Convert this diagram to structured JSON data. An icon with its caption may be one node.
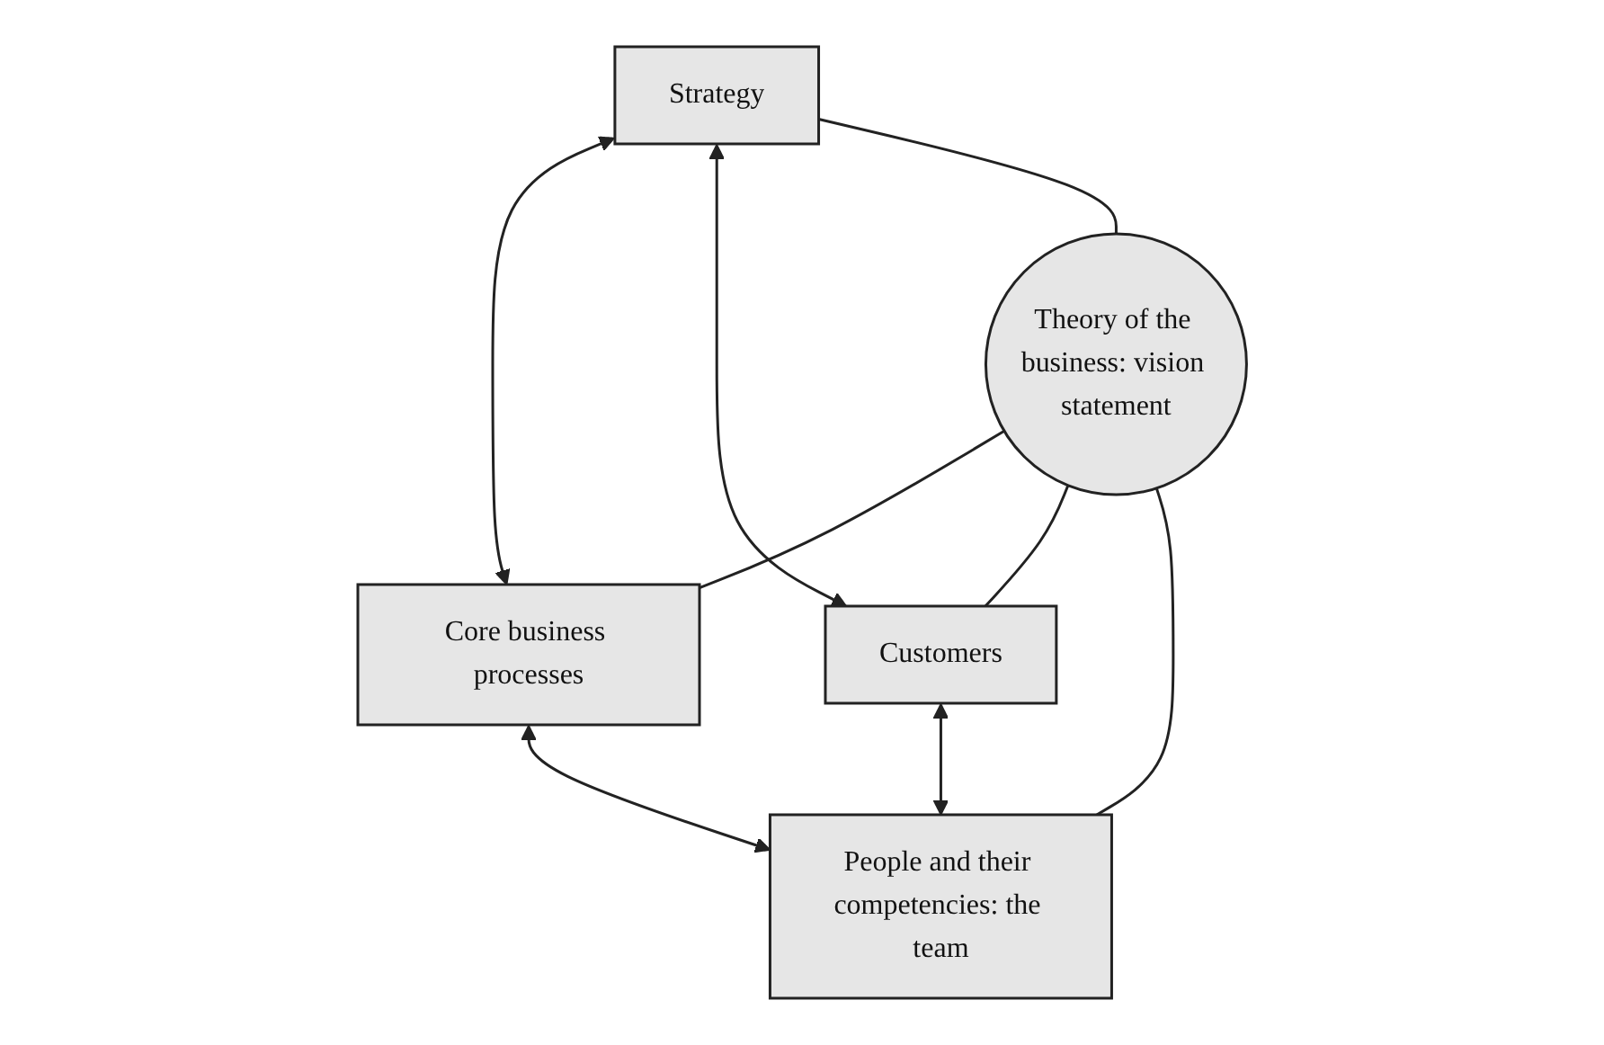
{
  "diagram": {
    "nodes": [
      {
        "text": [
          "Strategy"
        ]
      },
      {
        "text": [
          "Core business processes"
        ]
      },
      {
        "text": [
          "Theory of the business: vision statement"
        ]
      },
      {
        "text": [
          "Customers"
        ]
      },
      {
        "text": [
          "People and their competencies: the team"
        ]
      }
    ],
    "edges": [
      {
        "from": 0,
        "to": 1,
        "arrow": "both"
      },
      {
        "from": 0,
        "to": 3,
        "arrow": "both"
      },
      {
        "from": 0,
        "to": 2,
        "arrow": "none"
      },
      {
        "from": 2,
        "to": 1,
        "arrow": "none"
      },
      {
        "from": 2,
        "to": 3,
        "arrow": "none"
      },
      {
        "from": 2,
        "to": 4,
        "arrow": "none"
      },
      {
        "from": 1,
        "to": 4,
        "arrow": "both"
      },
      {
        "from": 3,
        "to": 4,
        "arrow": "both"
      }
    ]
  }
}
